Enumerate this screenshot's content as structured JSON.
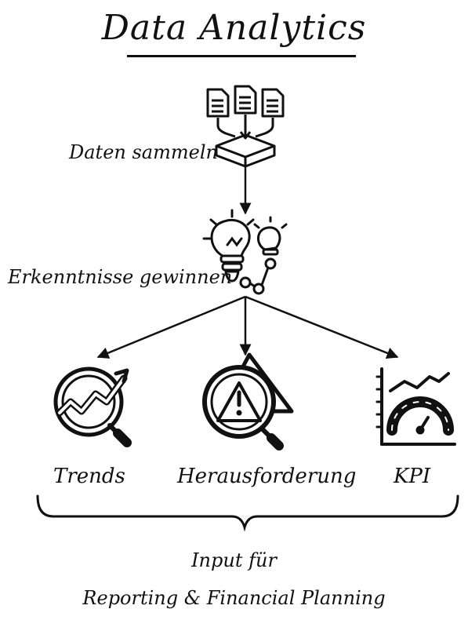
{
  "title": "Data Analytics",
  "steps": [
    {
      "label": "Daten sammeln",
      "icon": "data-collection-icon"
    },
    {
      "label": "Erkenntnisse gewinnen",
      "icon": "insights-lightbulb-icon"
    }
  ],
  "outputs": [
    {
      "label": "Trends",
      "icon": "trend-magnifier-icon"
    },
    {
      "label": "Herausforderung",
      "icon": "warning-magnifier-icon"
    },
    {
      "label": "KPI",
      "icon": "kpi-gauge-chart-icon"
    }
  ],
  "footer": {
    "line1": "Input für",
    "line2": "Reporting & Financial Planning"
  },
  "colors": {
    "ink": "#111111",
    "background": "#ffffff"
  }
}
